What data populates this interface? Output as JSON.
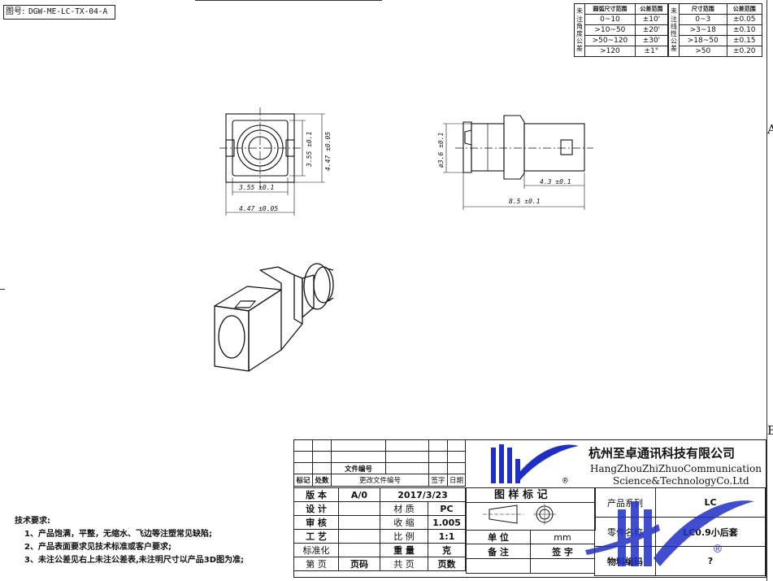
{
  "drawing_number_label": "图号:",
  "drawing_number": "DGW-ME-LC-TX-04-A",
  "zone_labels": [
    "A",
    "B"
  ],
  "tolerance": {
    "angle_header": [
      "未注角度公差",
      "圆弧尺寸范围",
      "公差范围"
    ],
    "angle_rows": [
      [
        "0~10",
        "±10'"
      ],
      [
        ">10~50",
        "±20'"
      ],
      [
        ">50~120",
        "±30'"
      ],
      [
        ">120",
        "±1°"
      ]
    ],
    "linear_header": [
      "未注线性公差",
      "尺寸范围",
      "公差范围"
    ],
    "linear_rows": [
      [
        "0~3",
        "±0.05"
      ],
      [
        ">3~18",
        "±0.10"
      ],
      [
        ">18~50",
        "±0.15"
      ],
      [
        ">50",
        "±0.20"
      ]
    ]
  },
  "dimensions": {
    "front_width": "3.55",
    "front_width_tol": "±0.1",
    "front_height": "3.55",
    "front_height_tol": "±0.1",
    "outer_height": "4.47",
    "outer_height_tol": "±0.05",
    "outer_width": "4.47",
    "outer_width_tol": "±0.05",
    "side_diameter": "ø3.6",
    "side_diameter_tol": "±0.1",
    "body_length": "4.3",
    "body_length_tol": "±0.1",
    "total_length": "8.5",
    "total_length_tol": "±0.1"
  },
  "tech_notes": {
    "title": "技术要求:",
    "items": [
      "1、产品饱满，平整，无缩水、飞边等注塑常见缺陷;",
      "2、产品表面要求见技术标准或客户要求;",
      "3、未注公差见右上未注公差表,未注明尺寸以产品3D图为准;"
    ]
  },
  "title_block": {
    "revision_header": [
      "标记",
      "处数",
      "文件编号",
      "更改文件编号",
      "签字",
      "日期"
    ],
    "rows": [
      {
        "label": "版 本",
        "value": "A/0",
        "date": "2017/3/23"
      },
      {
        "label": "设 计",
        "field": "材 质",
        "field_value": "PC"
      },
      {
        "label": "审 核",
        "field": "收 缩",
        "field_value": "1.005"
      },
      {
        "label": "工 艺",
        "field": "比 例",
        "field_value": "1:1"
      },
      {
        "label": "标准化",
        "field": "重 量",
        "field_value": "克"
      }
    ],
    "footer": [
      "第 页",
      "页码",
      "共 页",
      "页数"
    ],
    "drawing_mark": "图 样 标 记",
    "unit_label": "单 位",
    "unit_value": "mm",
    "remark_label": "备 注",
    "sign_label": "签 字",
    "company_cn": "杭州至卓通讯科技有限公司",
    "company_en_1": "HangZhouZhiZhuoCommunication",
    "company_en_2": "Science&TechnologyCo.Ltd",
    "product_series_label": "产品系列",
    "product_series_value": "LC",
    "part_name_label": "零件名称",
    "part_name_value": "LC0.9小后套",
    "material_code_label": "物料编码",
    "material_code_value": "?",
    "registered_mark": "®"
  },
  "colors": {
    "logo_blue": "#1f2fc4",
    "line": "#222222"
  }
}
